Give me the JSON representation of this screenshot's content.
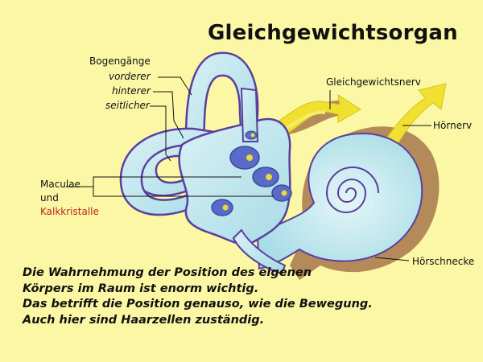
{
  "title": "Gleichgewichtsorgan",
  "labels": {
    "bogengaenge": "Bogengänge",
    "vorderer": "vorderer",
    "hinterer": "hinterer",
    "seitlicher": "seitlicher",
    "maculae": "Maculae",
    "und": "und",
    "kalkkristalle": "Kalkkristalle",
    "gleichgewichtsnerv": "Gleichgewichtsnerv",
    "hoernerv": "Hörnerv",
    "hoerschnecke": "Hörschnecke"
  },
  "caption": [
    "Die Wahrnehmung der Position des eigenen",
    "Körpers im Raum ist enorm wichtig.",
    "Das betrifft die Position genauso, wie die Bewegung.",
    "Auch hier sind Haarzellen zuständig."
  ],
  "colors": {
    "background": "#fbf7a4",
    "canal_fill": "#bfe6ee",
    "canal_outline": "#5a3fa0",
    "nerve": "#f0e030",
    "brown_shadow": "#b48a5a",
    "sac": "#5a6ac8",
    "crystals": "#e8d83a",
    "accent_red": "#c0241c"
  }
}
